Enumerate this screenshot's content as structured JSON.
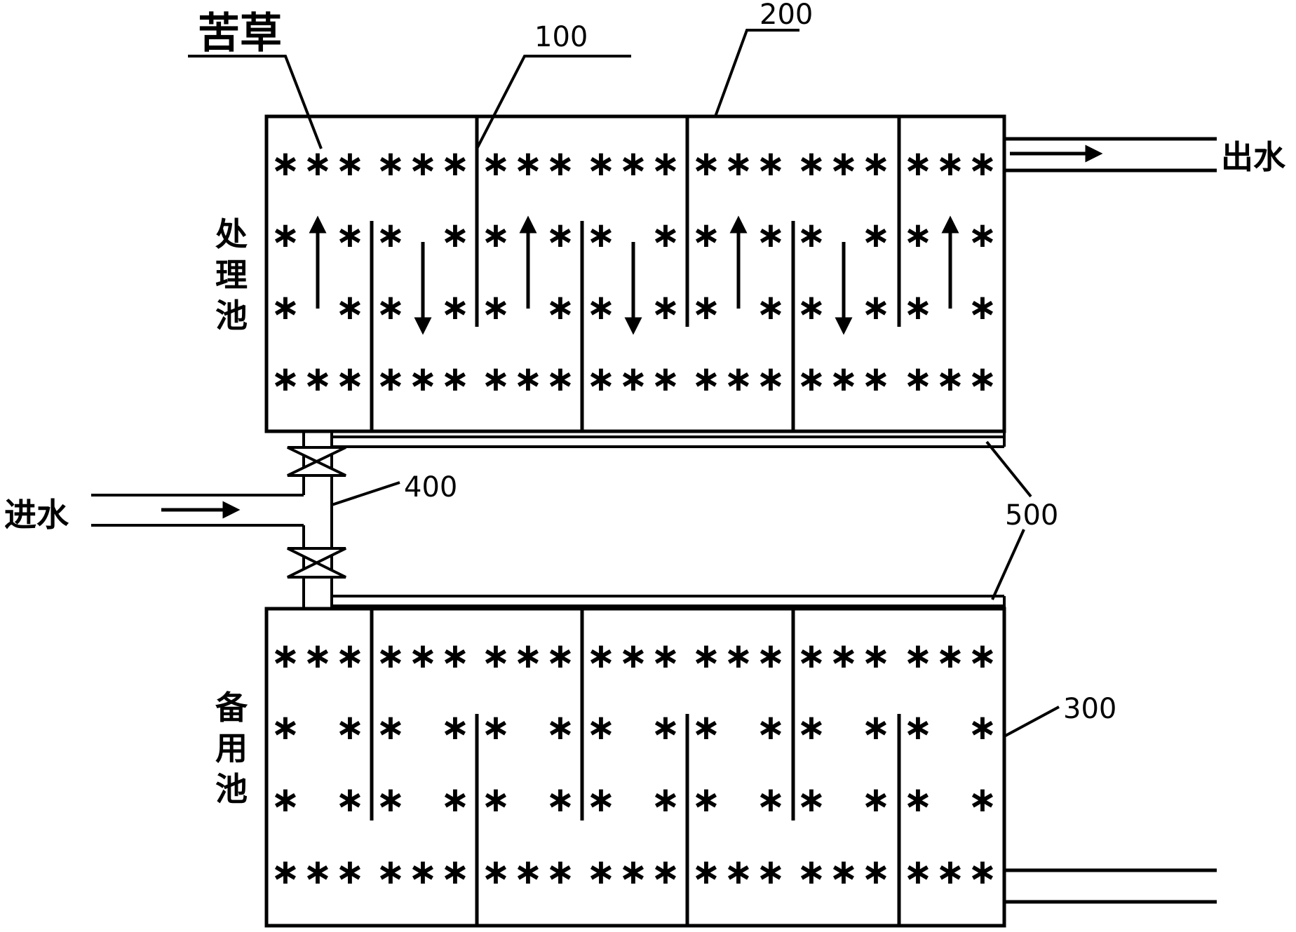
{
  "labels": {
    "plant_name": "苦草",
    "baffle_ref": "100",
    "treatment_ref": "200",
    "standby_ref": "300",
    "pipe_ref": "400",
    "conn_ref": "500",
    "treatment_pool": "处理池",
    "standby_pool": "备用池",
    "inlet": "进水",
    "outlet": "出水"
  },
  "plant_symbol": "∗"
}
